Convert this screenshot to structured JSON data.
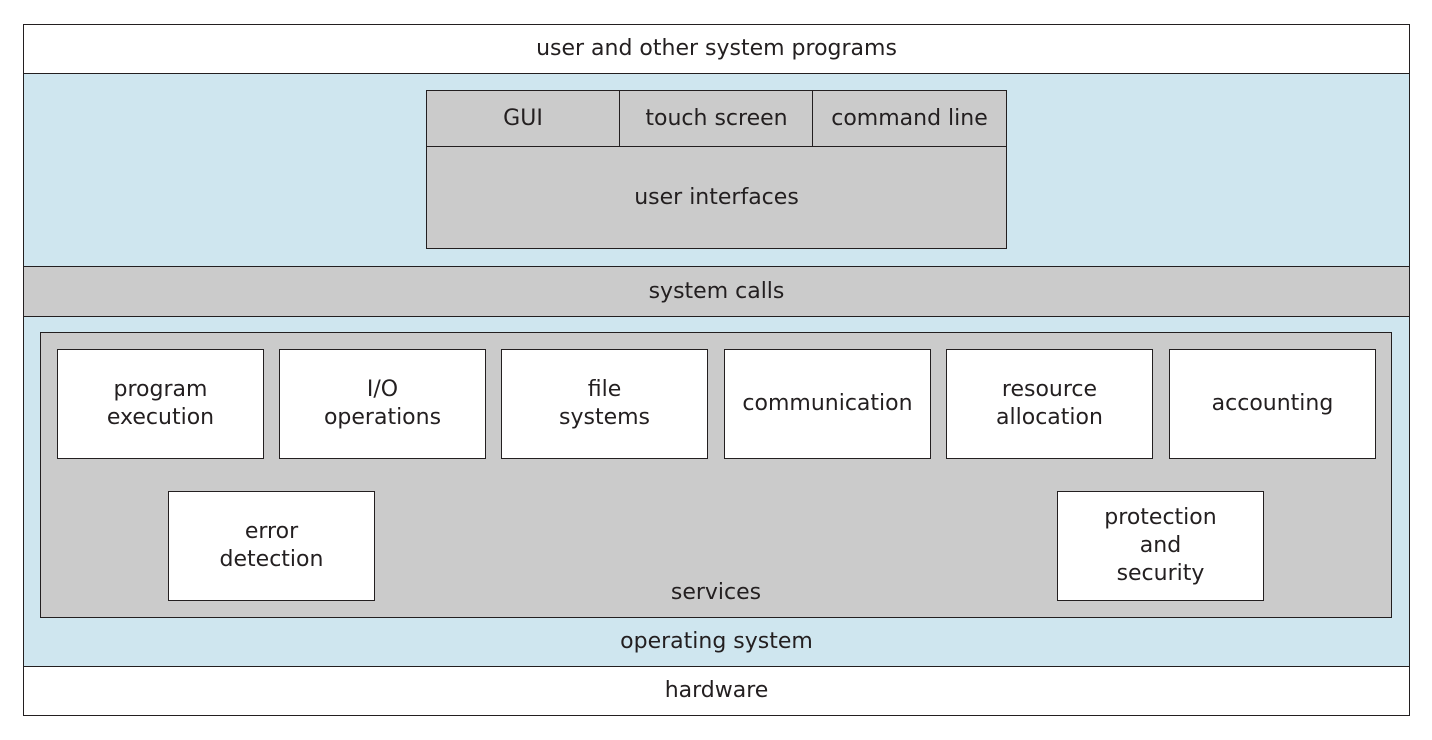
{
  "layers": {
    "user_programs": "user and other system programs",
    "system_calls": "system calls",
    "operating_system": "operating system",
    "hardware": "hardware"
  },
  "user_interfaces": {
    "label": "user interfaces",
    "items": [
      "GUI",
      "touch screen",
      "command line"
    ]
  },
  "services": {
    "label": "services",
    "items": [
      {
        "line1": "program",
        "line2": "execution"
      },
      {
        "line1": "I/O",
        "line2": "operations"
      },
      {
        "line1": "file",
        "line2": "systems"
      },
      {
        "line1": "communication"
      },
      {
        "line1": "resource",
        "line2": "allocation"
      },
      {
        "line1": "accounting"
      },
      {
        "line1": "error",
        "line2": "detection"
      },
      {
        "line1": "protection",
        "line2": "and",
        "line3": "security"
      }
    ]
  },
  "colors": {
    "os_background": "#cfe6ef",
    "gray_fill": "#cbcbcb",
    "box_fill": "#ffffff",
    "line": "#231f20"
  }
}
